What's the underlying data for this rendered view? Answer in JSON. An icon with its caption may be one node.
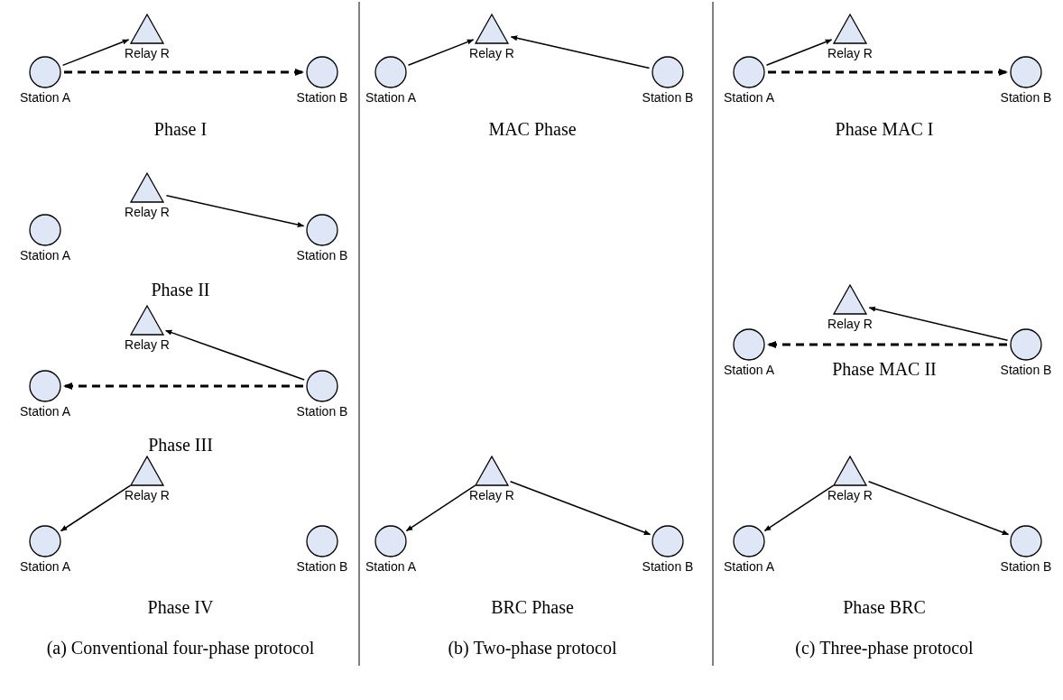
{
  "diagram": {
    "nodes": [
      {
        "text": [
          "Station A"
        ]
      },
      {
        "text": [
          "Relay R"
        ]
      },
      {
        "text": [
          "Station B"
        ]
      },
      {
        "text": [
          "Station A"
        ]
      },
      {
        "text": [
          "Relay R"
        ]
      },
      {
        "text": [
          "Station B"
        ]
      },
      {
        "text": [
          "Station A"
        ]
      },
      {
        "text": [
          "Relay R"
        ]
      },
      {
        "text": [
          "Station B"
        ]
      },
      {
        "text": [
          "Station A"
        ]
      },
      {
        "text": [
          "Relay R"
        ]
      },
      {
        "text": [
          "Station B"
        ]
      },
      {
        "text": [
          "Station A"
        ]
      },
      {
        "text": [
          "Relay R"
        ]
      },
      {
        "text": [
          "Station B"
        ]
      },
      {
        "text": [
          "Station A"
        ]
      },
      {
        "text": [
          "Relay R"
        ]
      },
      {
        "text": [
          "Station B"
        ]
      },
      {
        "text": [
          "Station A"
        ]
      },
      {
        "text": [
          "Relay R"
        ]
      },
      {
        "text": [
          "Station B"
        ]
      },
      {
        "text": [
          "Station A"
        ]
      },
      {
        "text": [
          "Relay R"
        ]
      },
      {
        "text": [
          "Station B"
        ]
      },
      {
        "text": [
          "Station A"
        ]
      },
      {
        "text": [
          "Relay R"
        ]
      },
      {
        "text": [
          "Station B"
        ]
      }
    ],
    "edges": [
      {
        "from": 0,
        "to": 1,
        "arrow": "to"
      },
      {
        "from": 0,
        "to": 2,
        "arrow": "to",
        "style": "dashed"
      },
      {
        "from": 4,
        "to": 5,
        "arrow": "to"
      },
      {
        "from": 8,
        "to": 7,
        "arrow": "to"
      },
      {
        "from": 8,
        "to": 6,
        "arrow": "to",
        "style": "dashed"
      },
      {
        "from": 10,
        "to": 9,
        "arrow": "to"
      },
      {
        "from": 12,
        "to": 13,
        "arrow": "to"
      },
      {
        "from": 14,
        "to": 13,
        "arrow": "to"
      },
      {
        "from": 16,
        "to": 15,
        "arrow": "to"
      },
      {
        "from": 16,
        "to": 17,
        "arrow": "to"
      },
      {
        "from": 18,
        "to": 19,
        "arrow": "to"
      },
      {
        "from": 18,
        "to": 20,
        "arrow": "to",
        "style": "dashed"
      },
      {
        "from": 23,
        "to": 22,
        "arrow": "to"
      },
      {
        "from": 23,
        "to": 21,
        "arrow": "to",
        "style": "dashed"
      },
      {
        "from": 25,
        "to": 24,
        "arrow": "to"
      },
      {
        "from": 25,
        "to": 26,
        "arrow": "to"
      }
    ],
    "labels": [
      "Phase I",
      "Phase II",
      "Phase III",
      "Phase IV",
      "MAC Phase",
      "BRC Phase",
      "Phase MAC I",
      "Phase MAC II",
      "Phase BRC",
      "(a) Conventional four-phase protocol",
      "(b) Two-phase protocol",
      "(c) Three-phase protocol"
    ]
  }
}
